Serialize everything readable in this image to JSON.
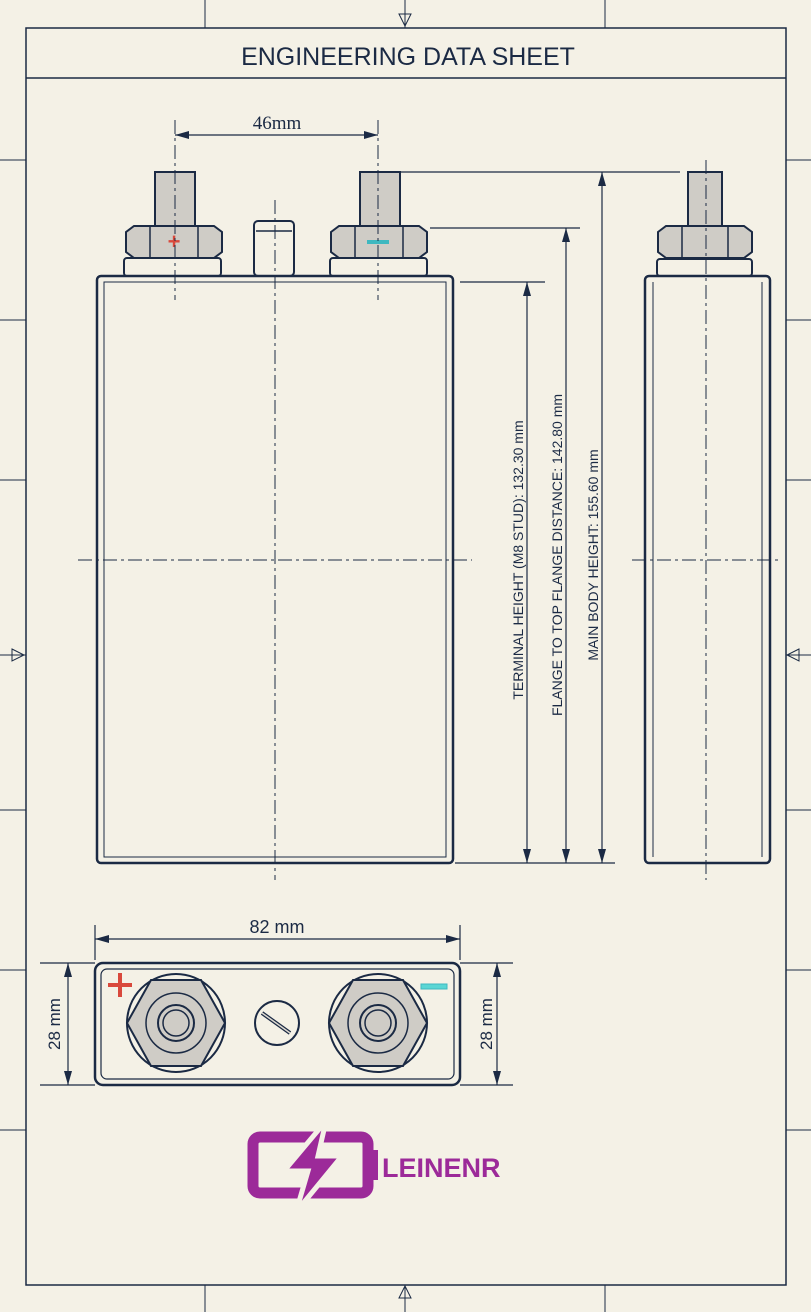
{
  "title": "ENGINEERING DATA SHEET",
  "front_view": {
    "terminal_spacing": "46mm",
    "positive_symbol": "+",
    "negative_symbol": "−"
  },
  "dimensions": {
    "terminal_height": "TERMINAL HEIGHT (M8 STUD):  132.30 mm",
    "flange_distance": "FLANGE TO TOP FLANGE DISTANCE:  142.80 mm",
    "body_height": "MAIN BODY HEIGHT:  155.60 mm"
  },
  "top_view": {
    "width": "82 mm",
    "depth_left": "28 mm",
    "depth_right": "28 mm"
  },
  "logo": {
    "text": "LEINENR"
  },
  "colors": {
    "body": "#d4ebc6",
    "positive": "#e8786c",
    "negative": "#5ad6d4",
    "ink": "#1b2a44",
    "brand": "#9c2a99"
  }
}
